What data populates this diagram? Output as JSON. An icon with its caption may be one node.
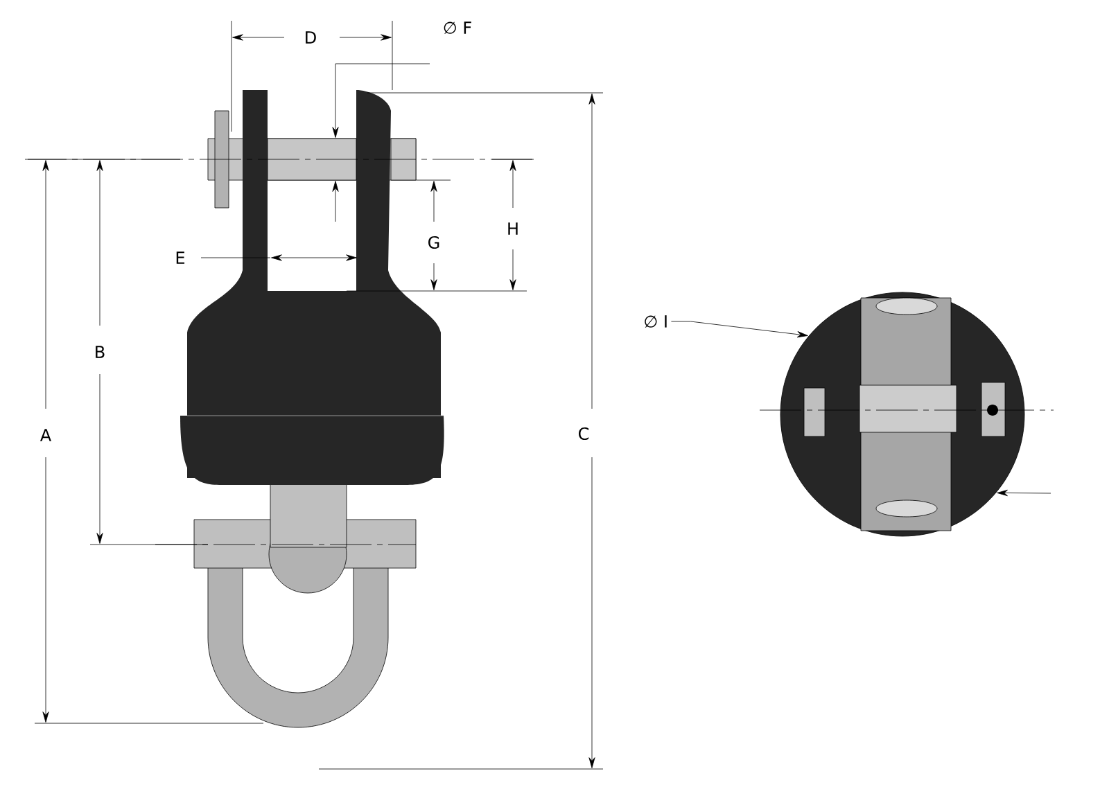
{
  "diagram": {
    "nodes": [
      {
        "text": [
          "∅ I"
        ]
      },
      {
        "text": [],
        "shape": "circle"
      }
    ],
    "edges": [
      {
        "from": 0,
        "to": 1,
        "arrow": "to"
      },
      {
        "from": null,
        "to": 1,
        "arrow": "to"
      }
    ],
    "labels": [
      "D",
      "∅ F",
      "E",
      "G",
      "H",
      "B",
      "A",
      "C"
    ]
  }
}
